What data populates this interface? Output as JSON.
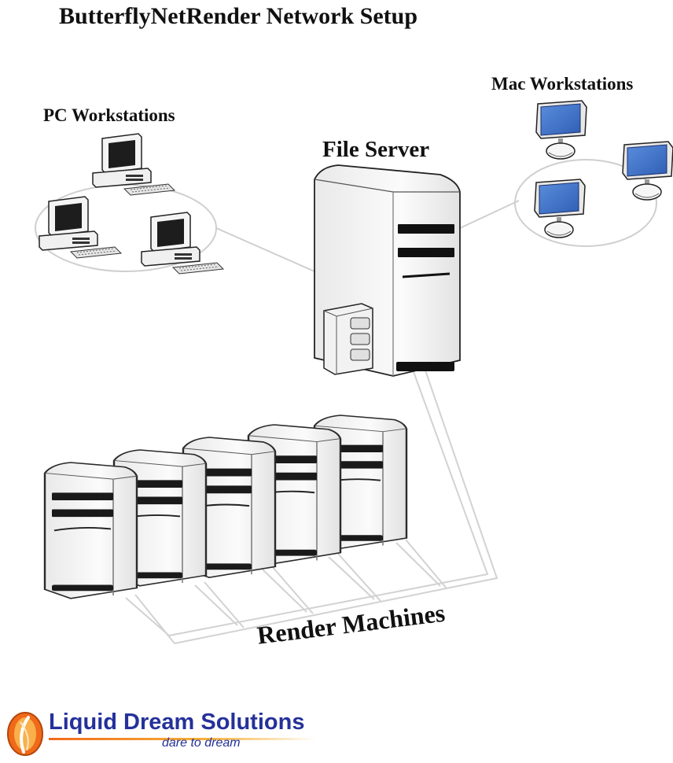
{
  "title": "ButterflyNetRender Network Setup",
  "groups": {
    "pc_workstations": "PC Workstations",
    "mac_workstations": "Mac Workstations",
    "file_server": "File Server",
    "render_machines": "Render Machines"
  },
  "logo": {
    "name": "Liquid Dream Solutions",
    "tagline": "dare to dream"
  },
  "colors": {
    "mac_screen": "#3d6fc4",
    "logo_text": "#24319a",
    "logo_accent": "#f06a1a"
  }
}
